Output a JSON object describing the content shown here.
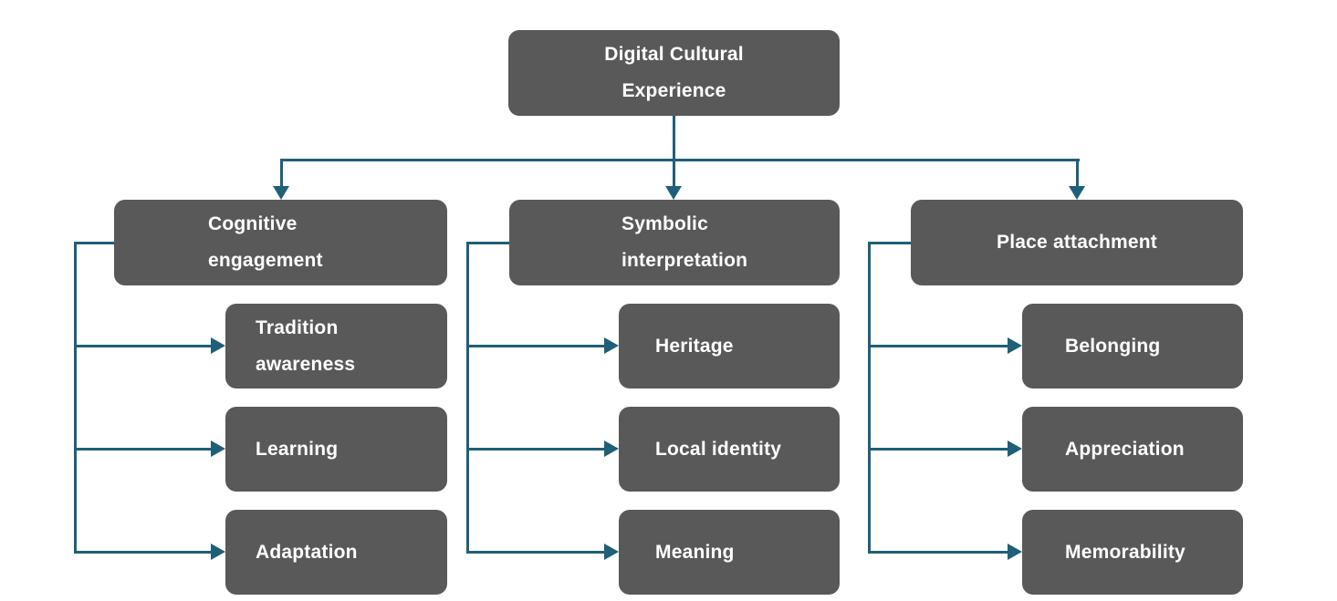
{
  "diagram": {
    "root": {
      "label": "Digital Cultural Experience"
    },
    "branches": [
      {
        "label": "Cognitive engagement",
        "children": [
          "Tradition awareness",
          "Learning",
          "Adaptation"
        ]
      },
      {
        "label": "Symbolic interpretation",
        "children": [
          "Heritage",
          "Local identity",
          "Meaning"
        ]
      },
      {
        "label": "Place attachment",
        "children": [
          "Belonging",
          "Appreciation",
          "Memorability"
        ]
      }
    ]
  },
  "colors": {
    "background": "#FFFFFF",
    "box_fill": "#595959",
    "box_text": "#FFFFFF",
    "connector": "#1F5F78"
  }
}
